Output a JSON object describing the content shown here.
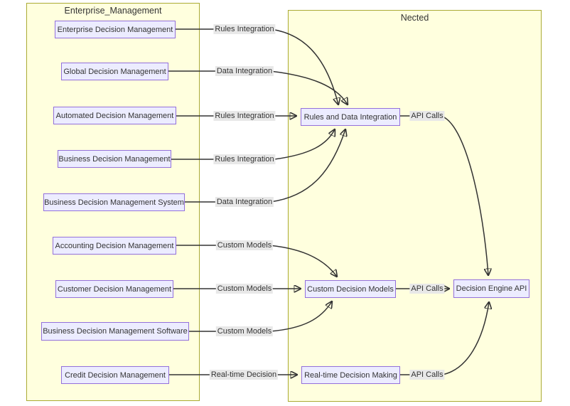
{
  "diagram": {
    "subgraphs": {
      "enterprise": {
        "title": "Enterprise_Management"
      },
      "nected": {
        "title": "Nected"
      }
    },
    "nodes": {
      "edm": {
        "label": "Enterprise Decision Management"
      },
      "gdm": {
        "label": "Global Decision Management"
      },
      "adm": {
        "label": "Automated Decision Management"
      },
      "bdm": {
        "label": "Business Decision Management"
      },
      "bdms": {
        "label": "Business Decision Management System"
      },
      "acdm": {
        "label": "Accounting Decision Management"
      },
      "cdm": {
        "label": "Customer Decision Management"
      },
      "bdmsw": {
        "label": "Business Decision Management Software"
      },
      "crdm": {
        "label": "Credit Decision Management"
      },
      "rdi": {
        "label": "Rules and Data Integration"
      },
      "cdmo": {
        "label": "Custom Decision Models"
      },
      "rtdm": {
        "label": "Real-time Decision Making"
      },
      "dea": {
        "label": "Decision Engine API"
      }
    },
    "edge_labels": {
      "e1": {
        "label": "Rules Integration"
      },
      "e2": {
        "label": "Data Integration"
      },
      "e3": {
        "label": "Rules Integration"
      },
      "e4": {
        "label": "Rules Integration"
      },
      "e5": {
        "label": "Data Integration"
      },
      "e6": {
        "label": "Custom Models"
      },
      "e7": {
        "label": "Custom Models"
      },
      "e8": {
        "label": "Custom Models"
      },
      "e9": {
        "label": "Real-time Decision"
      },
      "e10": {
        "label": "API Calls"
      },
      "e11": {
        "label": "API Calls"
      },
      "e12": {
        "label": "API Calls"
      }
    },
    "colors": {
      "node_fill": "#ECECFF",
      "node_border": "#9370DB",
      "cluster_fill": "#FFFFDE",
      "cluster_border": "#AAAA33",
      "edge": "#333333",
      "edge_label_bg": "#E8E8E8",
      "text": "#333333"
    }
  }
}
